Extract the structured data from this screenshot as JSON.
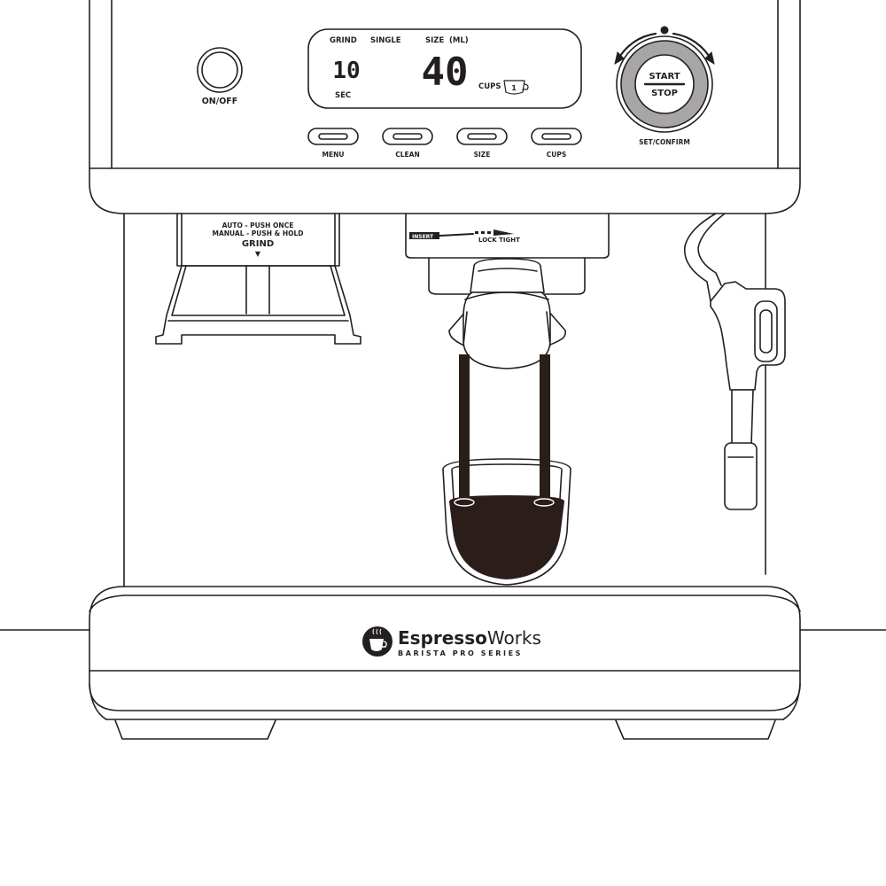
{
  "power": {
    "label": "ON/OFF"
  },
  "display": {
    "grind_label": "GRIND",
    "single_label": "SINGLE",
    "size_label": "SIZE",
    "unit_label": "(ML)",
    "grind_value": "10",
    "sec_label": "SEC",
    "size_value": "40",
    "cups_label": "CUPS",
    "cups_value": "1"
  },
  "buttons": [
    {
      "label": "MENU"
    },
    {
      "label": "CLEAN"
    },
    {
      "label": "SIZE"
    },
    {
      "label": "CUPS"
    }
  ],
  "dial": {
    "start_label": "START",
    "stop_label": "STOP",
    "confirm_label": "SET/CONFIRM"
  },
  "grinder": {
    "line1": "AUTO - PUSH ONCE",
    "line2": "MANUAL - PUSH & HOLD",
    "title": "GRIND",
    "arrow": "▼"
  },
  "group_head": {
    "insert_label": "INSERT",
    "lock_label": "LOCK TIGHT"
  },
  "brand": {
    "name_bold": "Espresso",
    "name_light": "Works",
    "tagline": "BARISTA PRO SERIES"
  },
  "colors": {
    "ink": "#231f20",
    "coffee": "#2b1d1a",
    "dial_ring": "#a7a5a5",
    "background": "#ffffff"
  }
}
